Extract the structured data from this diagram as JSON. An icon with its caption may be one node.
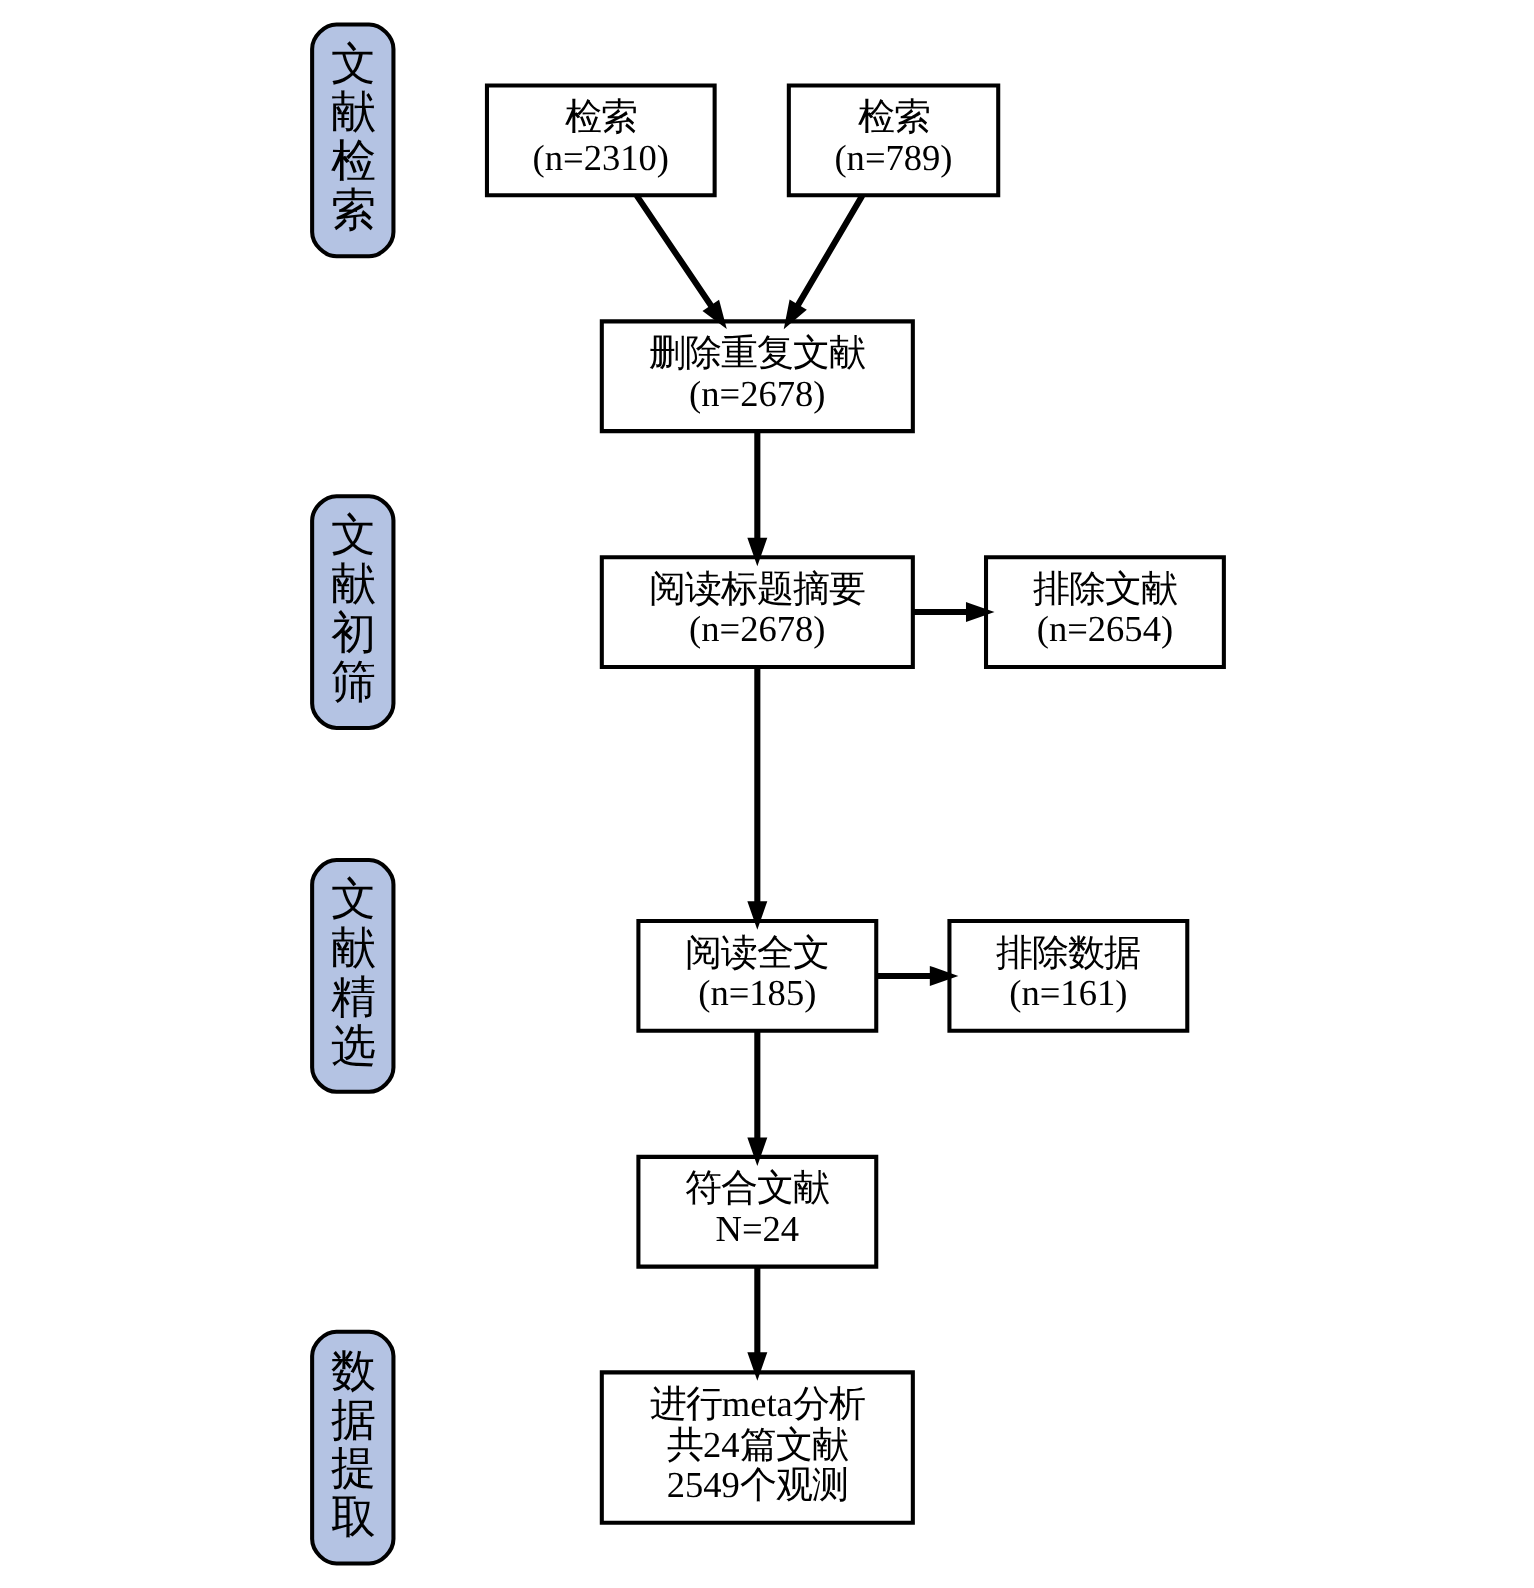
{
  "diagram": {
    "nodes": [
      {
        "text": [
          "文献检索"
        ]
      },
      {
        "text": [
          "检索",
          "(n=2310)"
        ]
      },
      {
        "text": [
          "检索",
          "(n=789)"
        ]
      },
      {
        "text": [
          "删除重复文献",
          "(n=2678)"
        ]
      },
      {
        "text": [
          "文献初筛"
        ]
      },
      {
        "text": [
          "阅读标题摘要",
          "(n=2678)"
        ]
      },
      {
        "text": [
          "排除文献",
          "(n=2654)"
        ]
      },
      {
        "text": [
          "文献精选"
        ]
      },
      {
        "text": [
          "阅读全文",
          "(n=185)"
        ]
      },
      {
        "text": [
          "排除数据",
          "(n=161)"
        ]
      },
      {
        "text": [
          "符合文献",
          "N=24"
        ]
      },
      {
        "text": [
          "数据提取"
        ]
      },
      {
        "text": [
          "进行meta分析",
          "共24篇文献",
          "2549个观测"
        ]
      }
    ],
    "edges": [
      {
        "from": 1,
        "to": 3,
        "arrow": "to"
      },
      {
        "from": 2,
        "to": 3,
        "arrow": "to"
      },
      {
        "from": 3,
        "to": 5,
        "arrow": "to"
      },
      {
        "from": 5,
        "to": 6,
        "arrow": "to"
      },
      {
        "from": 5,
        "to": 8,
        "arrow": "to"
      },
      {
        "from": 8,
        "to": 9,
        "arrow": "to"
      },
      {
        "from": 8,
        "to": 10,
        "arrow": "to"
      },
      {
        "from": 10,
        "to": 12,
        "arrow": "to"
      }
    ]
  }
}
